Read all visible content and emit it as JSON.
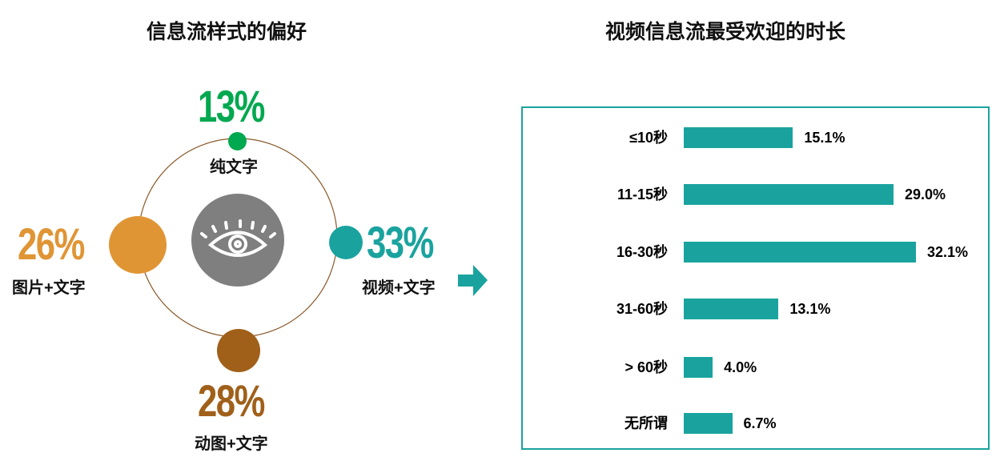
{
  "chart_data": [
    {
      "type": "pie",
      "title": "信息流样式的偏好",
      "categories": [
        "纯文字",
        "视频+文字",
        "动图+文字",
        "图片+文字"
      ],
      "values": [
        13,
        33,
        28,
        26
      ],
      "labels": [
        "13%",
        "33%",
        "28%",
        "26%"
      ],
      "colors": [
        "#00a84f",
        "#1aa39e",
        "#a0601a",
        "#e09535"
      ]
    },
    {
      "type": "bar",
      "orientation": "horizontal",
      "title": "视频信息流最受欢迎的时长",
      "categories": [
        "≤10秒",
        "11-15秒",
        "16-30秒",
        "31-60秒",
        "> 60秒",
        "无所谓"
      ],
      "values": [
        15.1,
        29.0,
        32.1,
        13.1,
        4.0,
        6.7
      ],
      "labels": [
        "15.1%",
        "29.0%",
        "32.1%",
        "13.1%",
        "4.0%",
        "6.7%"
      ],
      "color": "#1aa39e",
      "xlim": [
        0,
        32.1
      ]
    }
  ]
}
